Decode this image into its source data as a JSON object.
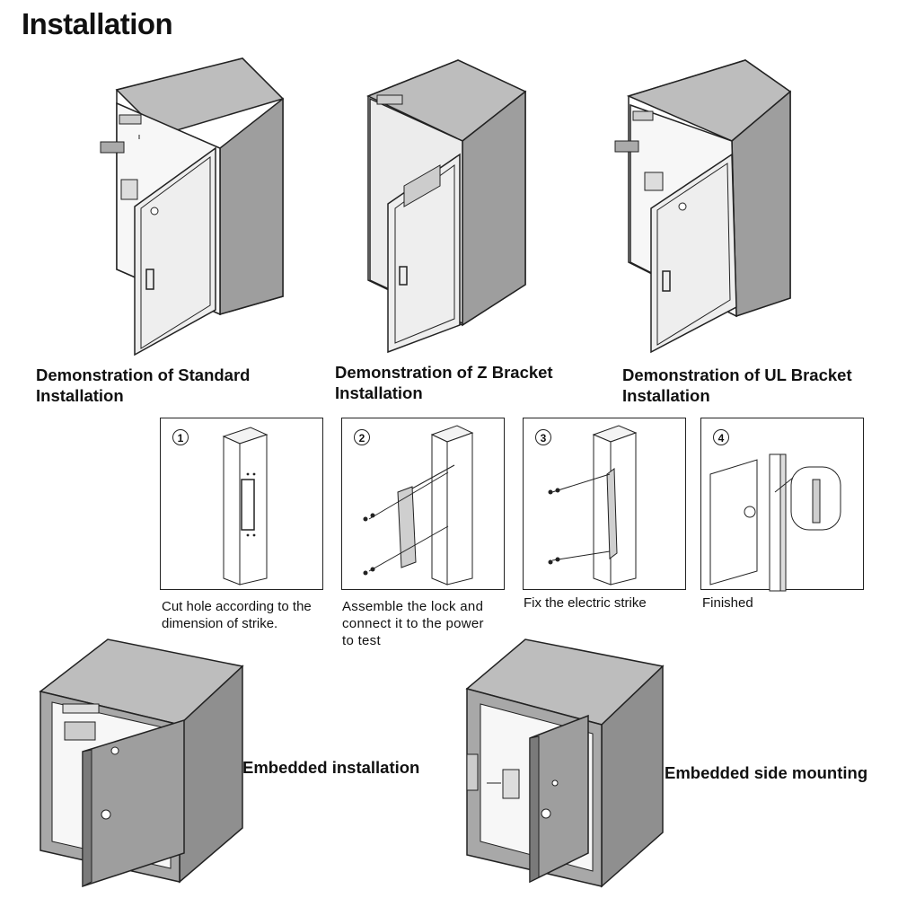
{
  "title": "Installation",
  "colors": {
    "cabinet_side": "#9e9e9e",
    "cabinet_top": "#bdbdbd",
    "door_face": "#eeeeee",
    "outline": "#222222"
  },
  "demos": [
    {
      "line1": "Demonstration of Standard",
      "line2": "Installation"
    },
    {
      "line1": "Demonstration of Z Bracket",
      "line2": "Installation"
    },
    {
      "line1": "Demonstration of UL Bracket",
      "line2": "Installation"
    }
  ],
  "steps": [
    {
      "number": "1",
      "caption_line1": "Cut hole according to the",
      "caption_line2": "dimension of  strike.",
      "caption_line3": ""
    },
    {
      "number": "2",
      "caption_line1": "Assemble the lock and",
      "caption_line2": "connect it to the power",
      "caption_line3": "to test"
    },
    {
      "number": "3",
      "caption_line1": "Fix the electric strike",
      "caption_line2": "",
      "caption_line3": ""
    },
    {
      "number": "4",
      "caption_line1": "Finished",
      "caption_line2": "",
      "caption_line3": ""
    }
  ],
  "embedded": [
    {
      "label": "Embedded installation"
    },
    {
      "label": "Embedded side mounting"
    }
  ]
}
